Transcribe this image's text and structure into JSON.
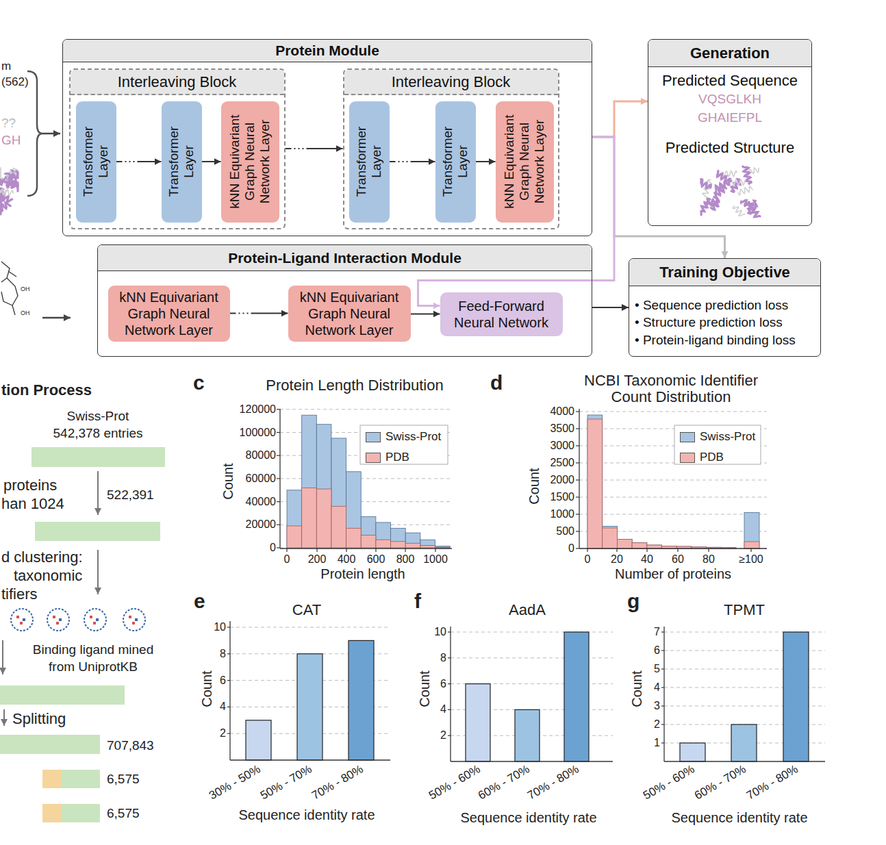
{
  "diagram": {
    "nodes": [
      {
        "text": [
          "Protein Module"
        ]
      },
      {
        "text": [
          "Interleaving Block"
        ],
        "in": 0
      },
      {
        "text": [
          "Transformer Layer"
        ],
        "in": 1
      },
      {
        "text": [
          "Transformer Layer"
        ],
        "in": 1
      },
      {
        "text": [
          "kNN Equivariant Graph Neural Network Layer"
        ],
        "in": 1
      },
      {
        "text": [
          "Interleaving Block"
        ],
        "in": 0
      },
      {
        "text": [
          "Transformer Layer"
        ],
        "in": 5
      },
      {
        "text": [
          "Transformer Layer"
        ],
        "in": 5
      },
      {
        "text": [
          "kNN Equivariant Graph Neural Network Layer"
        ],
        "in": 5
      },
      {
        "text": [
          "Generation",
          "Predicted Sequence",
          "VQSGLKH GHAIEFPL",
          "Predicted Structure"
        ]
      },
      {
        "text": [
          "Protein-Ligand Interaction Module"
        ]
      },
      {
        "text": [
          "kNN Equivariant Graph Neural Network Layer"
        ],
        "in": 10
      },
      {
        "text": [
          "kNN Equivariant Graph Neural Network Layer"
        ],
        "in": 10
      },
      {
        "text": [
          "Feed-Forward Neural Network"
        ],
        "in": 10
      },
      {
        "text": [
          "Training Objective",
          "• Sequence prediction loss",
          "• Structure prediction loss",
          "• Protein-ligand binding loss"
        ]
      }
    ],
    "edges": [
      {
        "from": 2,
        "to": 3,
        "arrow": "to"
      },
      {
        "from": 3,
        "to": 4,
        "arrow": "to"
      },
      {
        "from": 1,
        "to": 5,
        "arrow": "to"
      },
      {
        "from": 6,
        "to": 7,
        "arrow": "to"
      },
      {
        "from": 7,
        "to": 8,
        "arrow": "to"
      },
      {
        "from": 11,
        "to": 12,
        "arrow": "to"
      },
      {
        "from": 12,
        "to": 13,
        "arrow": "to"
      },
      {
        "from": 0,
        "to": 9,
        "arrow": "to"
      },
      {
        "from": 0,
        "to": 14,
        "arrow": "to"
      },
      {
        "from": 0,
        "to": 13,
        "arrow": "to"
      },
      {
        "from": 10,
        "to": 14,
        "arrow": "to"
      }
    ],
    "labels": [
      "m",
      "(562)",
      "??",
      "GH",
      "OH",
      "OH",
      "tion Process",
      "Swiss-Prot 542,378 entries",
      "proteins",
      "han 1024",
      "522,391",
      "d clustering:",
      "taxonomic",
      "tifiers",
      "Binding ligand mined from UniprotKB",
      "Splitting",
      "707,843",
      "6,575",
      "6,575",
      "c",
      "Protein Length Distribution",
      "0",
      "20000",
      "40000",
      "60000",
      "80000",
      "100000",
      "120000",
      "0",
      "200",
      "400",
      "600",
      "800",
      "1000",
      "Count",
      "Protein length",
      "d",
      "NCBI Taxonomic Identifier Count Distribution",
      "0",
      "500",
      "1000",
      "1500",
      "2000",
      "2500",
      "3000",
      "3500",
      "4000",
      "0",
      "20",
      "40",
      "60",
      "80",
      "≥100",
      "Count",
      "Number of proteins",
      "e",
      "CAT",
      "2",
      "4",
      "6",
      "8",
      "10",
      "30% - 50%",
      "50% - 70%",
      "70% - 80%",
      "Sequence identity rate",
      "Count",
      "f",
      "AadA",
      "2",
      "4",
      "6",
      "8",
      "10",
      "50% - 60%",
      "60% - 70%",
      "70% - 80%",
      "Sequence identity rate",
      "Count",
      "g",
      "TPMT",
      "1",
      "2",
      "3",
      "4",
      "5",
      "6",
      "7",
      "50% - 60%",
      "60% - 70%",
      "70% - 80%",
      "Sequence identity rate",
      "Count"
    ],
    "legend": [
      {
        "text": "Swiss-Prot",
        "color": "#a9c5e2"
      },
      {
        "text": "PDB",
        "color": "#f2b4b1"
      },
      {
        "text": "Swiss-Prot",
        "color": "#a9c5e2"
      },
      {
        "text": "PDB",
        "color": "#f2b4b1"
      }
    ]
  }
}
